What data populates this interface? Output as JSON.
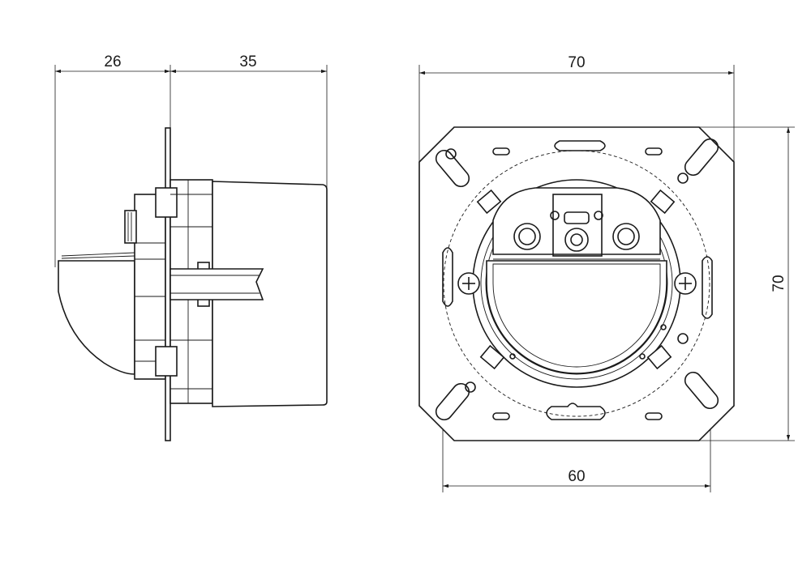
{
  "dimensions": {
    "side_depth_front": "26",
    "side_depth_back": "35",
    "front_width_top": "70",
    "front_height_right": "70",
    "front_width_bottom": "60"
  },
  "colors": {
    "line": "#1a1a1a",
    "background": "#ffffff"
  }
}
